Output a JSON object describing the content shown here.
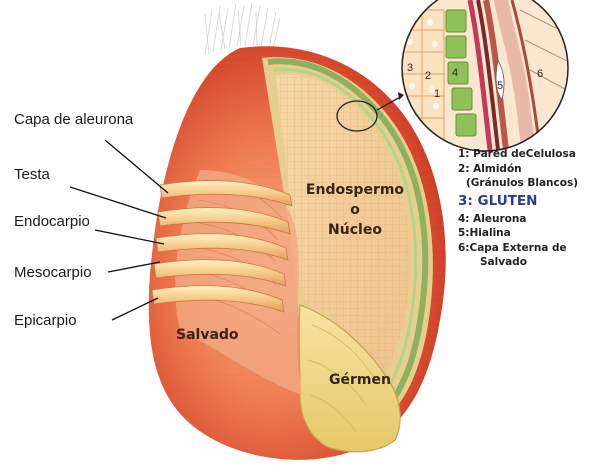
{
  "layer_labels": [
    "Capa de aleurona",
    "Testa",
    "Endocarpio",
    "Mesocarpio",
    "Epicarpio"
  ],
  "regions": {
    "endosperm": [
      "Endospermo",
      "o",
      "Núcleo"
    ],
    "bran": "Salvado",
    "germ": "Gérmen"
  },
  "legend": [
    "1: Pared deCelulosa",
    "2: Almidón",
    "(Gránulos Blancos)",
    "3:  GLUTEN",
    "4: Aleurona",
    "5:Hialina",
    "6:Capa Externa de",
    "Salvado"
  ],
  "zoom_numbers": [
    "1",
    "2",
    "3",
    "4",
    "5",
    "6"
  ],
  "colors": {
    "bran_outer": "#d8442b",
    "bran_light": "#f7a070",
    "endosperm": "#f3cf9c",
    "germ": "#f0d884",
    "aleurone": "#8fb060",
    "gluten_text": "#2b3d8f"
  }
}
